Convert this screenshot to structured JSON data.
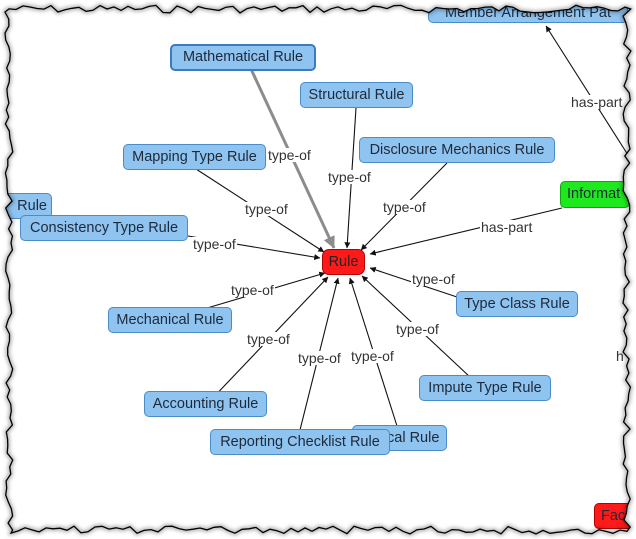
{
  "center": {
    "label": "Rule"
  },
  "nodes": {
    "member_arrangement": "Member Arrangement Pat",
    "mathematical": "Mathematical Rule",
    "structural": "Structural Rule",
    "mapping_type": "Mapping Type Rule",
    "disclosure_mechanics": "Disclosure Mechanics Rule",
    "left_rule": "Rule",
    "consistency_type": "Consistency Type Rule",
    "information": "Informat",
    "mechanical": "Mechanical Rule",
    "type_class": "Type Class Rule",
    "impute_type": "Impute Type Rule",
    "accounting": "Accounting Rule",
    "logical": "Logical Rule",
    "reporting_checklist": "Reporting Checklist Rule",
    "fact": "Fac"
  },
  "edges": {
    "type_of": "type-of",
    "has_part": "has-part",
    "right_cut": "h"
  },
  "colors": {
    "node_fill": "#8fc3f0",
    "node_border": "#4a8cc8",
    "focus_node": "#ff1a1a",
    "information_node": "#1ee81e",
    "edge": "#111111",
    "highlighted_edge": "#8c8c8c"
  }
}
